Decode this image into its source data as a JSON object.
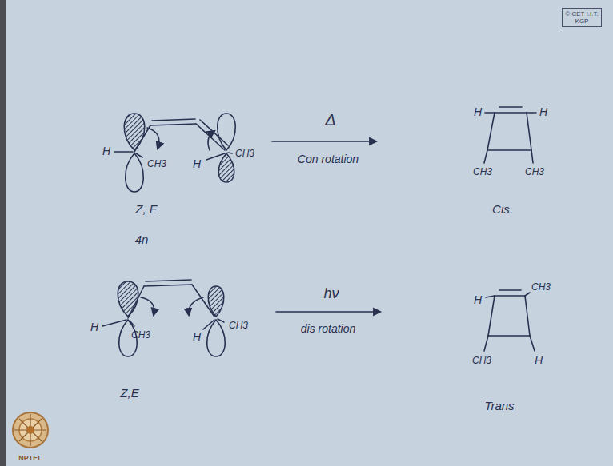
{
  "diagram": {
    "nodes": [
      {
        "text": [
          "© CET I.I.T. KGP"
        ]
      }
    ],
    "labels": [
      "H",
      "CH3",
      "H",
      "CH3",
      "Δ",
      "Con rotation",
      "H",
      "H",
      "CH3",
      "CH3",
      "Cis.",
      "Z, E",
      "4n",
      "H",
      "CH3",
      "H",
      "CH3",
      "hν",
      "dis rotation",
      "H",
      "CH3",
      "CH3",
      "H",
      "Trans",
      "Z,E",
      "NPTEL"
    ]
  }
}
